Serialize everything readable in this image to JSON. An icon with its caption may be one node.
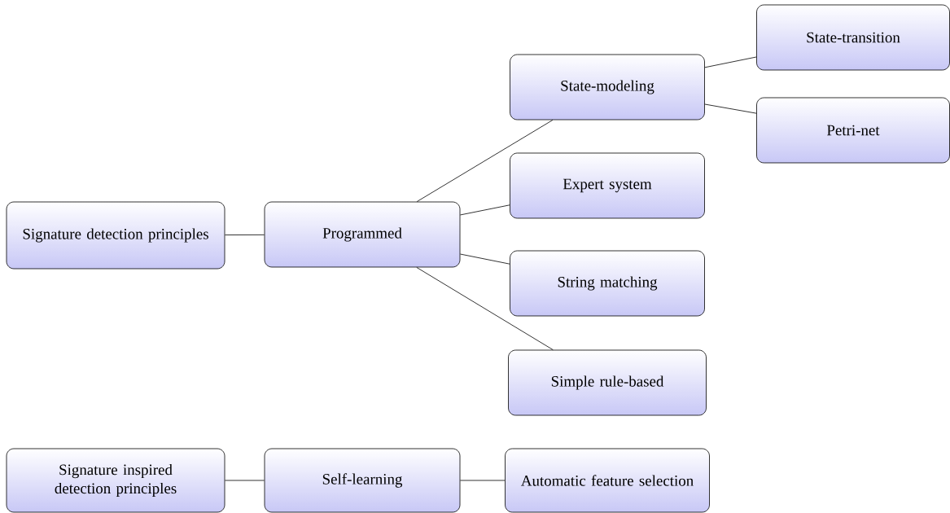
{
  "diagram": {
    "nodes": [
      {
        "text": [
          "Signature detection principles"
        ]
      },
      {
        "text": [
          "Programmed"
        ]
      },
      {
        "text": [
          "State-modeling"
        ]
      },
      {
        "text": [
          "State-transition"
        ]
      },
      {
        "text": [
          "Petri-net"
        ]
      },
      {
        "text": [
          "Expert system"
        ]
      },
      {
        "text": [
          "String matching"
        ]
      },
      {
        "text": [
          "Simple rule-based"
        ]
      },
      {
        "text": [
          "Signature inspired detection principles"
        ]
      },
      {
        "text": [
          "Self-learning"
        ]
      },
      {
        "text": [
          "Automatic feature selection"
        ]
      }
    ],
    "edges": [
      {
        "from": 0,
        "to": 1,
        "arrow": "none"
      },
      {
        "from": 1,
        "to": 2,
        "arrow": "none"
      },
      {
        "from": 1,
        "to": 5,
        "arrow": "none"
      },
      {
        "from": 1,
        "to": 6,
        "arrow": "none"
      },
      {
        "from": 1,
        "to": 7,
        "arrow": "none"
      },
      {
        "from": 2,
        "to": 3,
        "arrow": "none"
      },
      {
        "from": 2,
        "to": 4,
        "arrow": "none"
      },
      {
        "from": 8,
        "to": 9,
        "arrow": "none"
      },
      {
        "from": 9,
        "to": 10,
        "arrow": "none"
      }
    ]
  }
}
